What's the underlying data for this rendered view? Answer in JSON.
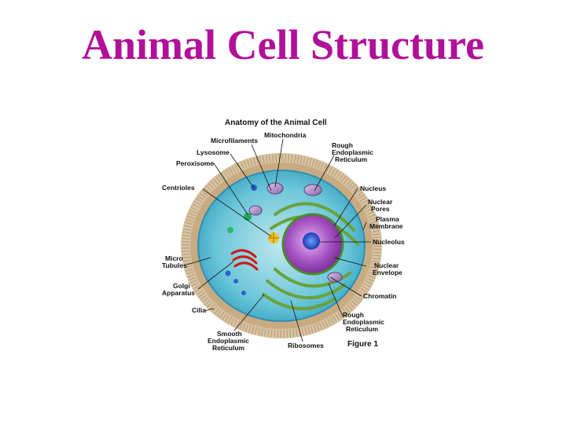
{
  "slide": {
    "title": "Animal Cell Structure"
  },
  "diagram": {
    "heading": "Anatomy of the Animal Cell",
    "figure_caption": "Figure 1",
    "labels": {
      "mitochondria": "Mitochondria",
      "microfilaments": "Microfilaments",
      "rough_er_top": [
        "Rough",
        "Endoplasmic",
        "Reticulum"
      ],
      "lysosome": "Lysosome",
      "peroxisome": "Peroxisome",
      "centrioles": "Centrioles",
      "nucleus": "Nucleus",
      "nuclear_pores": [
        "Nuclear",
        "Pores"
      ],
      "plasma_membrane": [
        "Plasma",
        "Membrane"
      ],
      "nucleolus": "Nucleolus",
      "microtubules": [
        "Micro",
        "Tubules"
      ],
      "nuclear_envelope": [
        "Nuclear",
        "Envelope"
      ],
      "golgi": [
        "Golgi",
        "Apparatus"
      ],
      "chromatin": "Chromatin",
      "cilia": "Cilia",
      "rough_er_bottom": [
        "Rough",
        "Endoplasmic",
        "Reticulum"
      ],
      "smooth_er": [
        "Smooth",
        "Endoplasmic",
        "Reticulum"
      ],
      "ribosomes": "Ribosomes"
    }
  }
}
